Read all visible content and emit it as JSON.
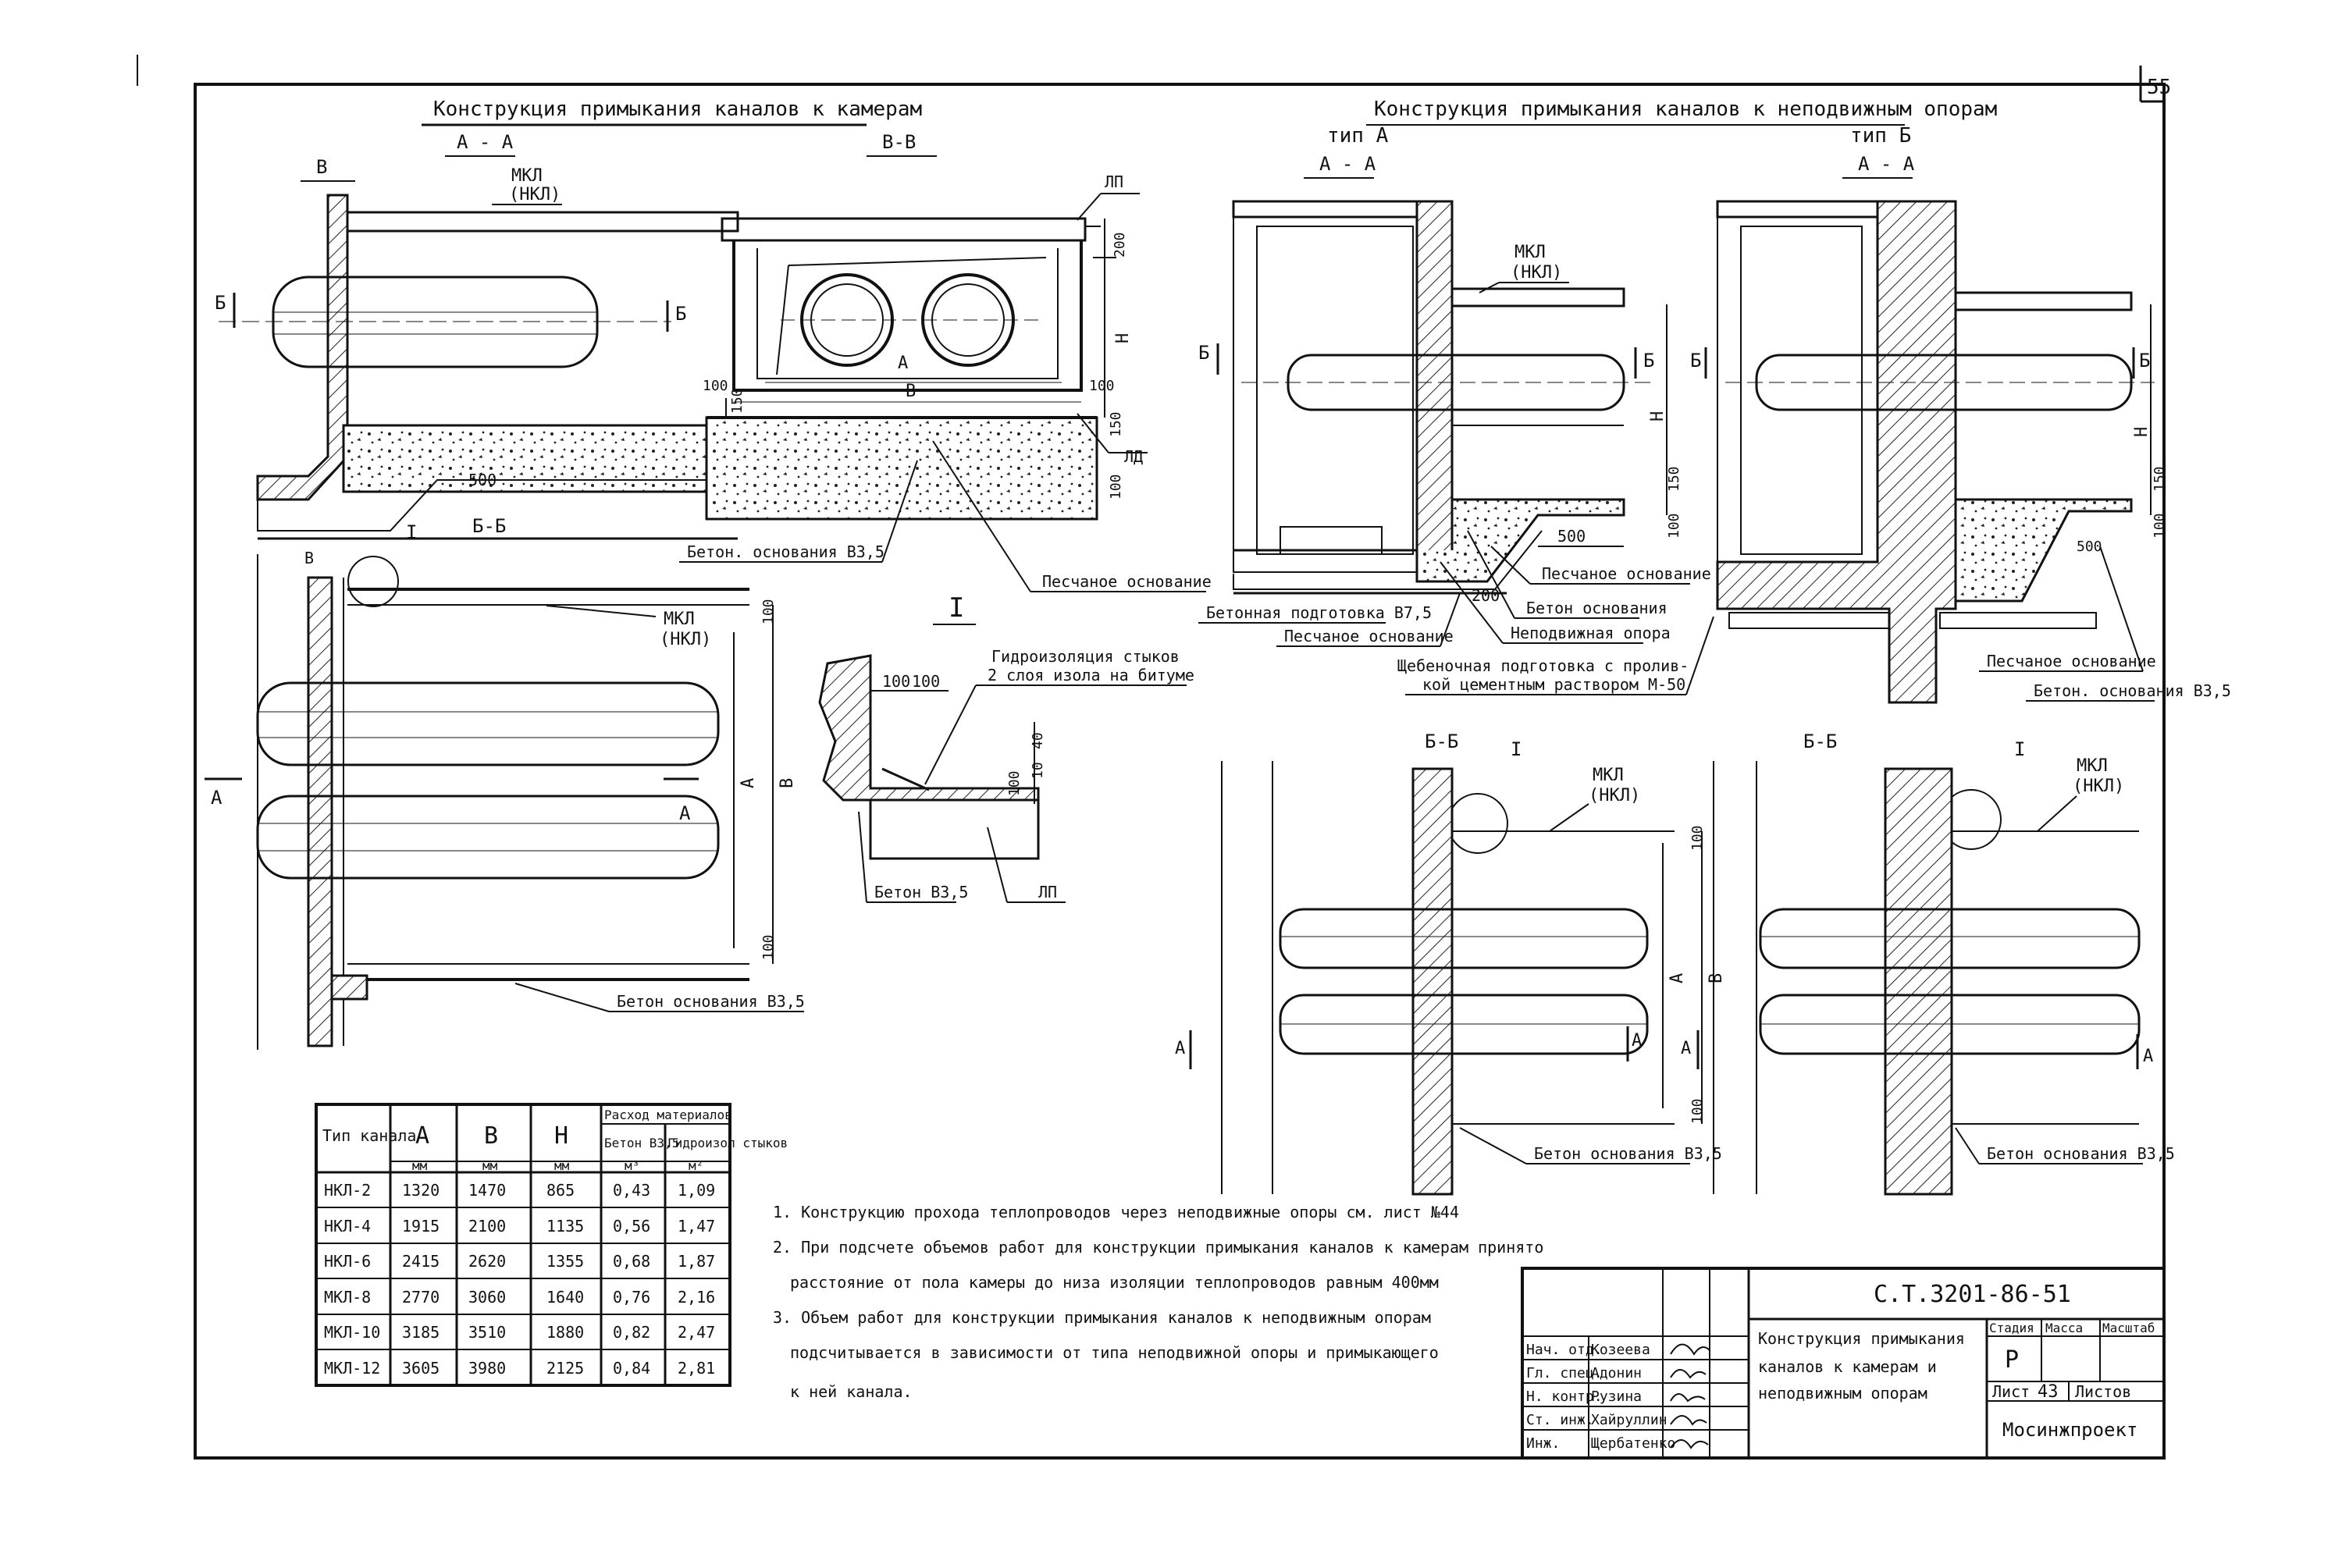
{
  "sheet_number": "55",
  "titles": {
    "left": "Конструкция примыкания каналов к камерам",
    "right": "Конструкция примыкания каналов к неподвижным опорам",
    "type_a": "тип А",
    "type_b": "тип Б"
  },
  "sections": {
    "aa": "А - А",
    "bb": "В-В",
    "b_b": "Б-Б",
    "detail": "I"
  },
  "labels": {
    "mkl": "МКЛ",
    "nkl": "(НКЛ)",
    "lp": "ЛП",
    "ld": "ЛД",
    "b_cut": "Б",
    "a_cut": "А",
    "v_letter": "В",
    "h_letter": "Н",
    "beton_osn_v35": "Бетон. основания В3,5",
    "beton_osnovaniya_v35": "Бетон основания В3,5",
    "beton_osnovaniya": "Бетон основания",
    "peschanoe": "Песчаное основание",
    "beton_podgotovka": "Бетонная подготовка В7,5",
    "nepodvizhnaya": "Неподвижная опора",
    "shchebenochnaya_1": "Щебеночная подготовка с пролив-",
    "shchebenochnaya_2": "кой цементным раствором М-50",
    "gidroizolyaciya_1": "Гидроизоляция стыков",
    "gidroizolyaciya_2": "2 слоя изола на битуме",
    "beton_v35": "Бетон В3,5",
    "dim_500": "500",
    "dim_200": "200",
    "dim_100": "100",
    "dim_150": "150",
    "dim_40": "40",
    "dim_10": "10"
  },
  "table": {
    "headers": [
      "Тип канала",
      "А",
      "В",
      "Н",
      "Бетон В3,5",
      "Гидроизол стыков"
    ],
    "group_header": "Расход материалов",
    "units": [
      "",
      "мм",
      "мм",
      "мм",
      "м³",
      "м²"
    ],
    "rows": [
      [
        "НКЛ-2",
        "1320",
        "1470",
        "865",
        "0,43",
        "1,09"
      ],
      [
        "НКЛ-4",
        "1915",
        "2100",
        "1135",
        "0,56",
        "1,47"
      ],
      [
        "НКЛ-6",
        "2415",
        "2620",
        "1355",
        "0,68",
        "1,87"
      ],
      [
        "МКЛ-8",
        "2770",
        "3060",
        "1640",
        "0,76",
        "2,16"
      ],
      [
        "МКЛ-10",
        "3185",
        "3510",
        "1880",
        "0,82",
        "2,47"
      ],
      [
        "МКЛ-12",
        "3605",
        "3980",
        "2125",
        "0,84",
        "2,81"
      ]
    ]
  },
  "notes": [
    "1. Конструкцию прохода теплопроводов через неподвижные опоры см. лист №44",
    "2. При подсчете объемов работ для конструкции примыкания каналов к камерам принято",
    "расстояние от пола камеры до низа изоляции теплопроводов равным 400мм",
    "3. Объем работ для конструкции примыкания каналов к неподвижным опорам",
    "подсчитывается в зависимости от типа неподвижной опоры и примыкающего",
    "к ней канала."
  ],
  "stamp": {
    "code": "С.Т.3201-86-51",
    "title_1": "Конструкция примыкания",
    "title_2": "каналов к камерам и",
    "title_3": "неподвижным опорам",
    "stage_h": "Стадия",
    "mass_h": "Масса",
    "scale_h": "Масштаб",
    "stage": "Р",
    "sheet_label": "Лист",
    "sheet": "43",
    "sheets_label": "Листов",
    "org": "Мосинжпроект",
    "roles": [
      "Нач. отд.",
      "Гл. спец.",
      "Н. контр.",
      "Ст. инж.",
      "Инж."
    ],
    "names": [
      "Козеева",
      "Адонин",
      "Рузина",
      "Хайруллин",
      "Щербатенко"
    ]
  }
}
